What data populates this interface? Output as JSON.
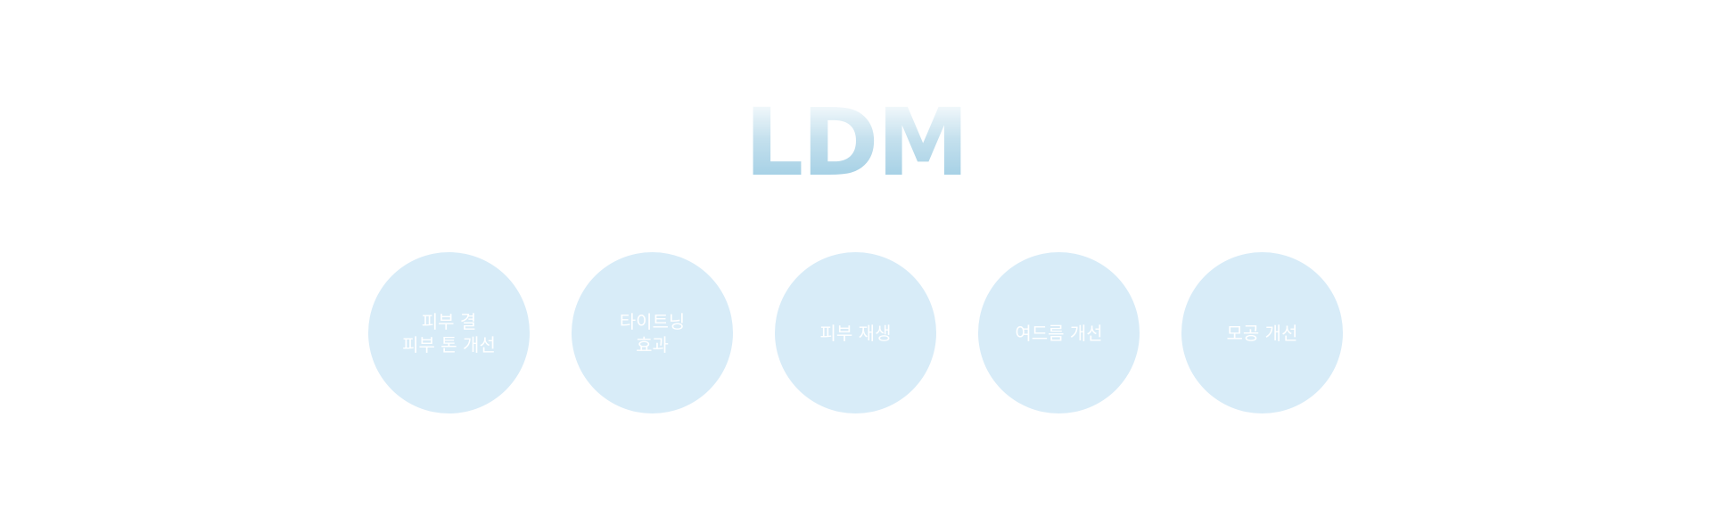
{
  "logo": {
    "text": "LDM"
  },
  "benefits": [
    {
      "label": "피부 결\n피부 톤 개선"
    },
    {
      "label": "타이트닝\n효과"
    },
    {
      "label": "피부 재생"
    },
    {
      "label": "여드름 개선"
    },
    {
      "label": "모공 개선"
    }
  ],
  "colors": {
    "circle_fill": "#d8ecf8",
    "logo_gradient": "#9bcbe2",
    "label_text": "#ffffff"
  }
}
